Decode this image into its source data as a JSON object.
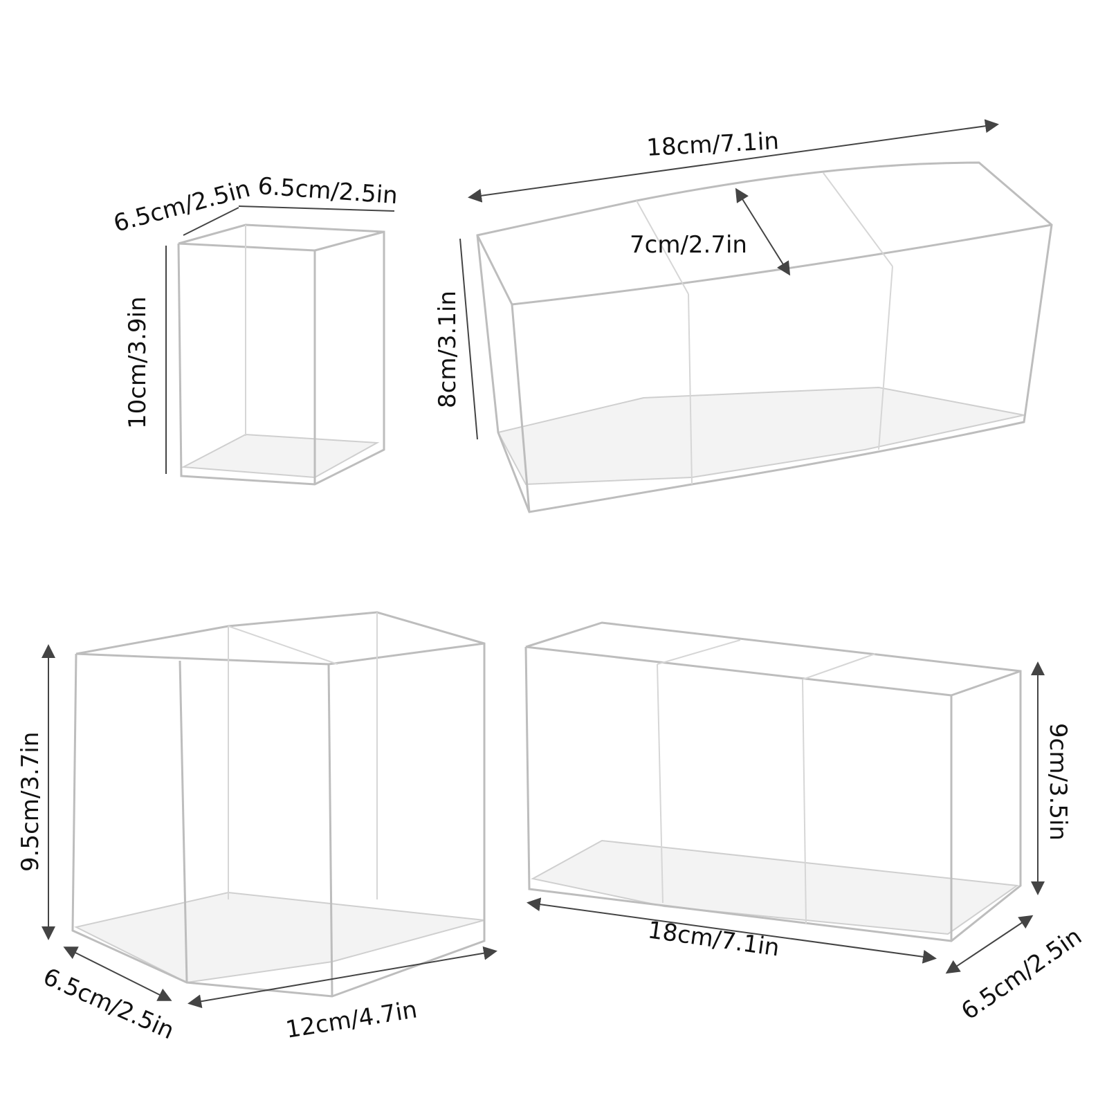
{
  "single_holder": {
    "depth_label": "6.5cm/2.5in",
    "width_label": "6.5cm/2.5in",
    "height_label": "10cm/3.9in"
  },
  "curved_three_holder": {
    "length_label": "18cm/7.1in",
    "compartment_label": "7cm/2.7in",
    "height_label": "8cm/3.1in"
  },
  "double_holder": {
    "height_label": "9.5cm/3.7in",
    "depth_label": "6.5cm/2.5in",
    "length_label": "12cm/4.7in"
  },
  "triple_holder": {
    "height_label": "9cm/3.5in",
    "length_label": "18cm/7.1in",
    "depth_label": "6.5cm/2.5in"
  },
  "colors": {
    "outline": "#bdbdbd",
    "text": "#111111"
  }
}
